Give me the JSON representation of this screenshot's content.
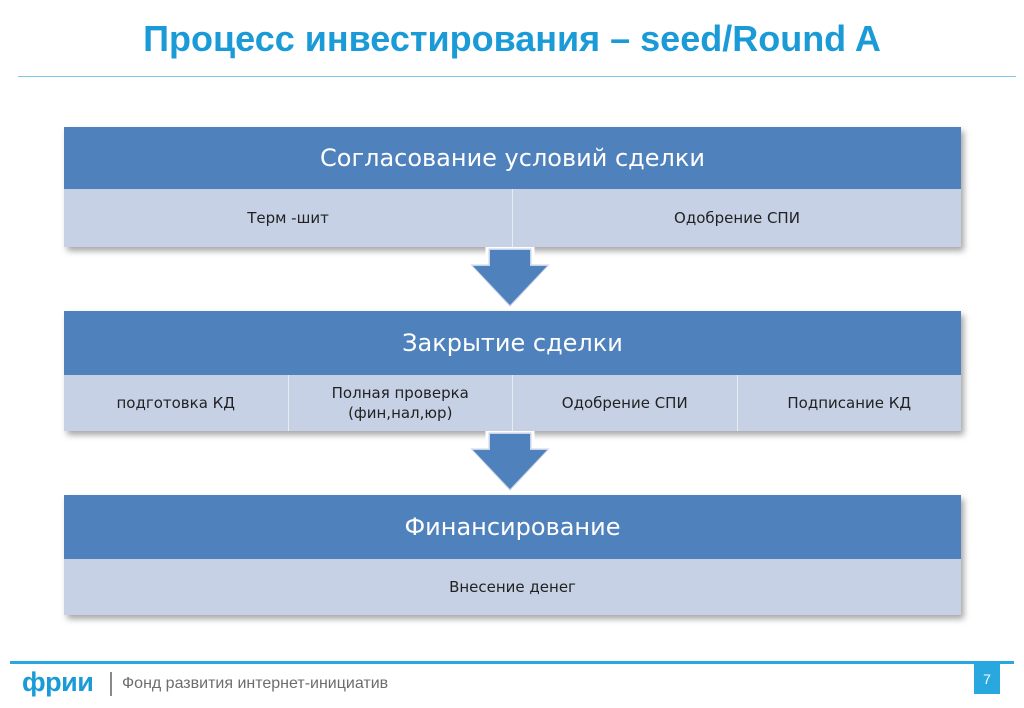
{
  "title": "Процесс инвестирования – seed/Round A",
  "stages": [
    {
      "heading": "Согласование условий сделки",
      "cells": [
        "Терм -шит",
        "Одобрение СПИ"
      ]
    },
    {
      "heading": "Закрытие сделки",
      "cells": [
        "подготовка КД",
        "Полная проверка\n(фин,нал,юр)",
        "Одобрение СПИ",
        "Подписание КД"
      ]
    },
    {
      "heading": "Финансирование",
      "cells": [
        "Внесение денег"
      ]
    }
  ],
  "footer": {
    "logo": "фрии",
    "organization": "Фонд развития интернет-инициатив",
    "page_number": "7"
  },
  "colors": {
    "title": "#1a9bd7",
    "stage_header": "#4f81bd",
    "stage_body": "#c6d1e6",
    "arrow": "#4f81bd",
    "footer_accent": "#29a8e0"
  }
}
